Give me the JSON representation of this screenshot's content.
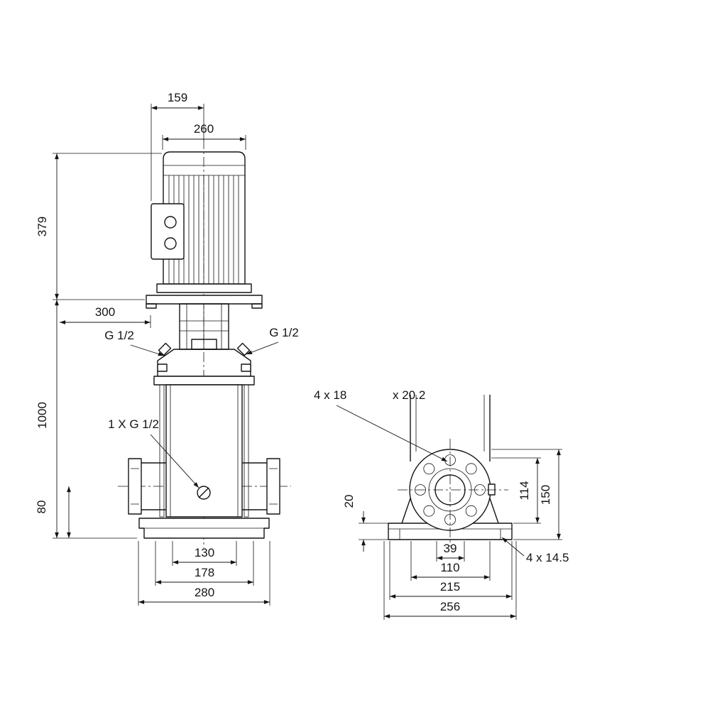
{
  "colors": {
    "ink": "#141414",
    "background": "#ffffff"
  },
  "front_view": {
    "dim_159": "159",
    "dim_260": "260",
    "dim_379": "379",
    "dim_300": "300",
    "dim_1000": "1000",
    "dim_80": "80",
    "plug_left": "G 1/2",
    "plug_right": "G 1/2",
    "drain": "1 X G 1/2",
    "dim_130": "130",
    "dim_178": "178",
    "dim_280": "280"
  },
  "side_view": {
    "flange_holes": "4 x 18",
    "flange_holes_dia": "x 20.2",
    "dim_20": "20",
    "dim_114": "114",
    "dim_150": "150",
    "dim_39": "39",
    "dim_110": "110",
    "dim_215": "215",
    "dim_256": "256",
    "base_holes": "4 x 14.5"
  }
}
